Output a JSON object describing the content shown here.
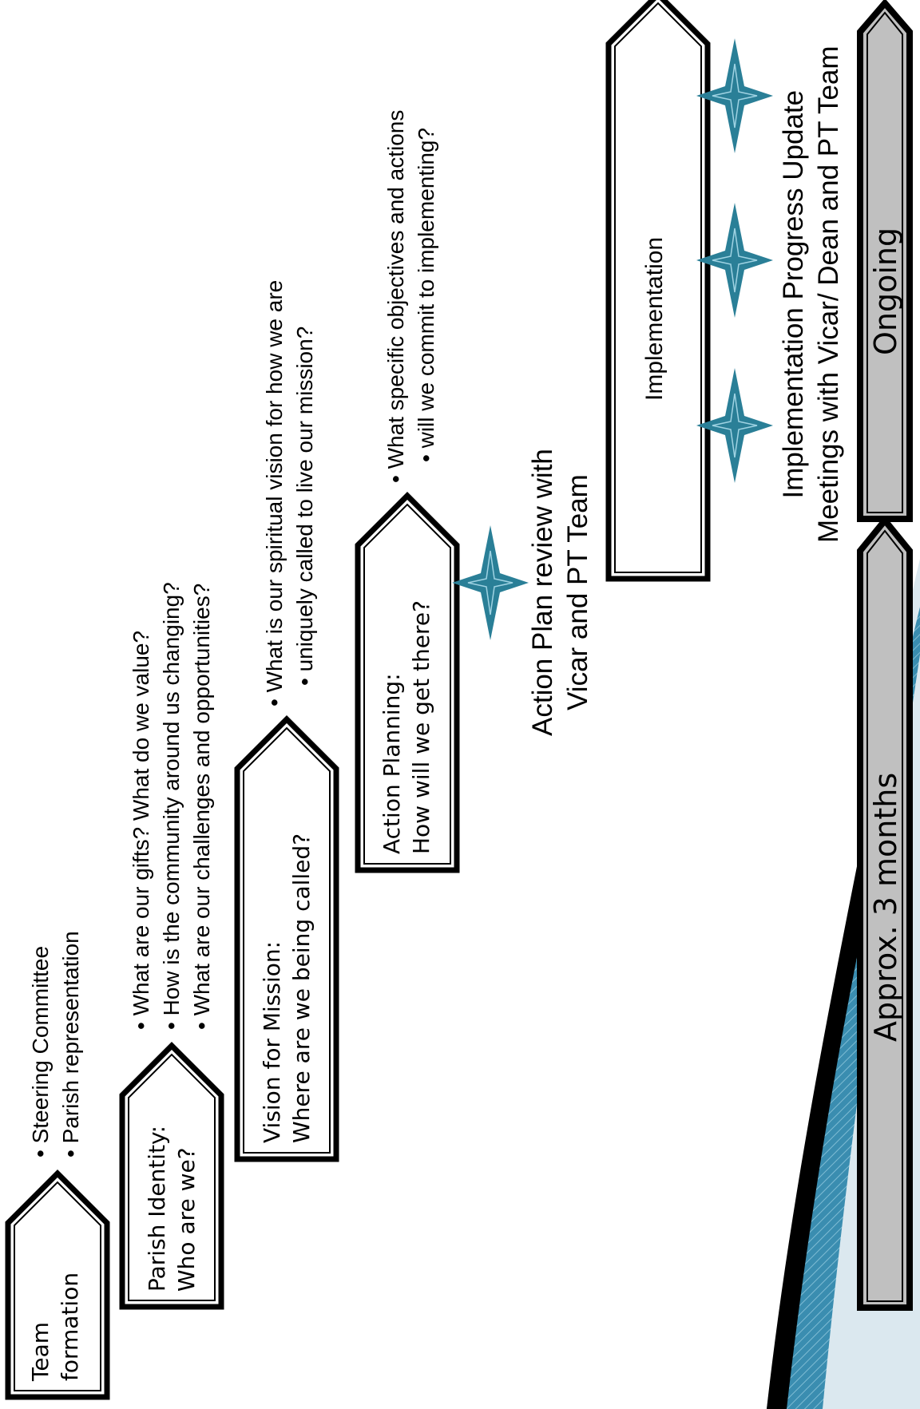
{
  "colors": {
    "star": "#2a7f97",
    "bar_fill": "#c0c0c0",
    "swoosh": "#3a8db0",
    "outline": "#000000"
  },
  "stages": [
    {
      "lines": [
        "Team",
        "formation"
      ],
      "bullets": [
        "Steering Committee",
        "Parish representation"
      ]
    },
    {
      "lines": [
        "Parish Identity:",
        "Who are we?"
      ],
      "bullets": [
        "What are our gifts? What do we value?",
        "How is the community around us changing?",
        "What are our challenges and opportunities?"
      ]
    },
    {
      "lines": [
        "Vision for Mission:",
        "Where are we being called?"
      ],
      "bullets": [
        "What is our spiritual vision for how we are",
        "uniquely called to live our mission?"
      ]
    },
    {
      "lines": [
        "Action Planning:",
        "How will we get there?"
      ],
      "bullets": [
        "What specific objectives and actions",
        "will we commit to implementing?"
      ]
    },
    {
      "lines": [
        "Implementation"
      ]
    }
  ],
  "milestones": {
    "action_review": [
      "Action Plan review with",
      "Vicar and PT Team"
    ],
    "progress_update": [
      "Implementation Progress Update",
      "Meetings with Vicar/ Dean and PT Team"
    ]
  },
  "timeline": {
    "phase1": "Approx. 3 months",
    "phase2": "Ongoing"
  },
  "icons": [
    "four-point-star-icon"
  ]
}
